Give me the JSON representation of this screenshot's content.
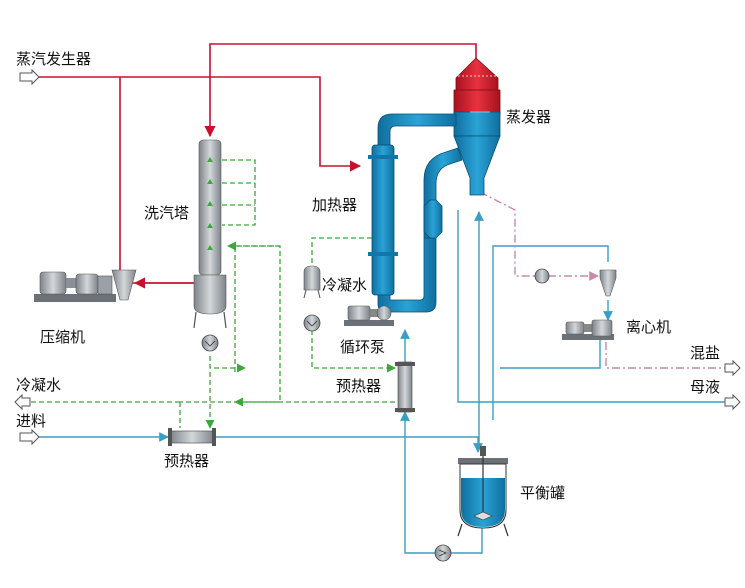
{
  "labels": {
    "steam_generator": "蒸汽发生器",
    "evaporator": "蒸发器",
    "heater": "加热器",
    "scrubber": "洗汽塔",
    "compressor": "压缩机",
    "condensate_top": "冷凝水",
    "circulation_pump": "循环泵",
    "preheater_right": "预热器",
    "condensate_left": "冷凝水",
    "feed": "进料",
    "preheater_bottom": "预热器",
    "centrifuge": "离心机",
    "mixed_salt": "混盐",
    "mother_liquor": "母液",
    "balance_tank": "平衡罐"
  },
  "colors": {
    "steam": "#c8102e",
    "process": "#3a9ec4",
    "condensate": "#3aa83a",
    "salt": "#c88aa8",
    "vessel_blue": "#1a86bf",
    "vessel_red": "#d41f2d",
    "equipment_gray": "#9aa0a6"
  }
}
